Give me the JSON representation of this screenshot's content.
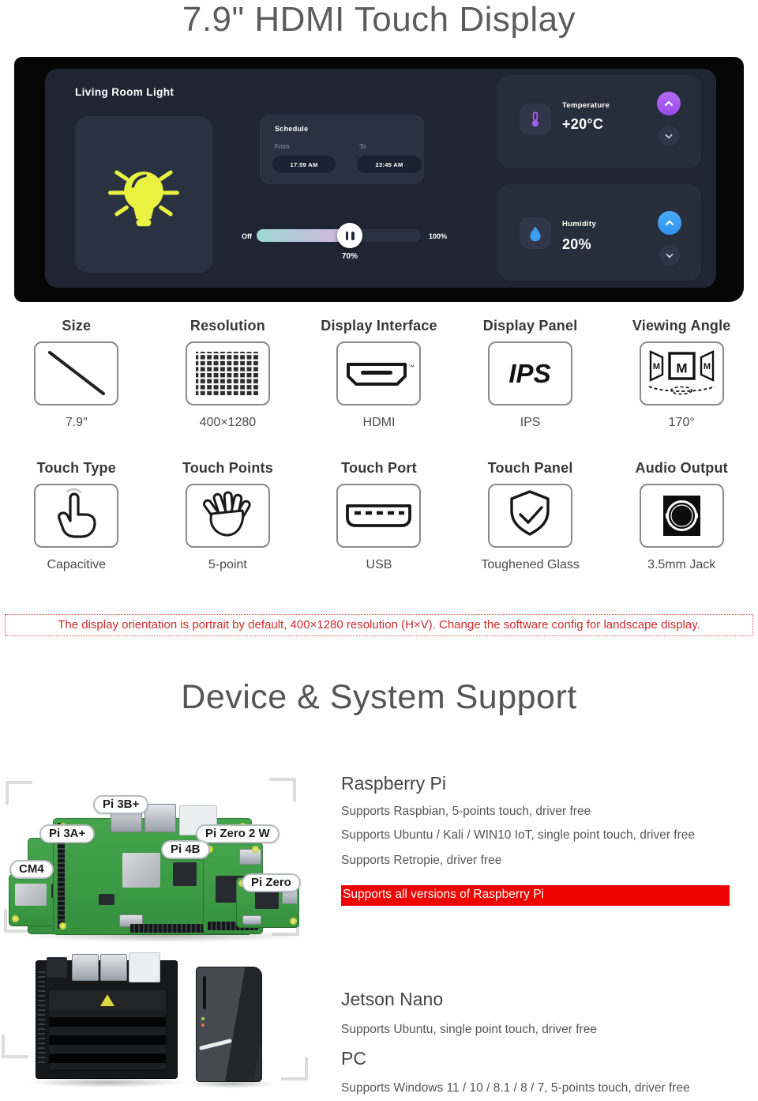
{
  "title": "7.9\" HDMI Touch Display",
  "demo": {
    "room_title": "Living Room Light",
    "schedule_title": "Schedule",
    "from_label": "From",
    "from_value": "17:59 AM",
    "to_label": "To",
    "to_value": "23:45 AM",
    "slider_min": "Off",
    "slider_max": "100%",
    "slider_value": "70%",
    "temperature_label": "Temperature",
    "temperature_value": "+20°C",
    "humidity_label": "Humidity",
    "humidity_value": "20%"
  },
  "features": {
    "m_letter": "M",
    "hdmi_tm": "™",
    "items": [
      {
        "title": "Size",
        "value": "7.9\"",
        "icon": "diagonal-line-icon"
      },
      {
        "title": "Resolution",
        "value": "400×1280",
        "icon": "pixel-grid-icon"
      },
      {
        "title": "Display Interface",
        "value": "HDMI",
        "icon": "hdmi-connector-icon"
      },
      {
        "title": "Display Panel",
        "value": "IPS",
        "icon": "ips-text-icon",
        "icon_text": "IPS"
      },
      {
        "title": "Viewing Angle",
        "value": "170°",
        "icon": "viewing-angle-icon"
      },
      {
        "title": "Touch Type",
        "value": "Capacitive",
        "icon": "pointing-finger-icon"
      },
      {
        "title": "Touch Points",
        "value": "5-point",
        "icon": "five-finger-hand-icon"
      },
      {
        "title": "Touch Port",
        "value": "USB",
        "icon": "usb-port-icon"
      },
      {
        "title": "Touch Panel",
        "value": "Toughened Glass",
        "icon": "shield-check-icon"
      },
      {
        "title": "Audio Output",
        "value": "3.5mm Jack",
        "icon": "audio-jack-icon"
      }
    ]
  },
  "notice": "The display orientation is portrait by default, 400×1280 resolution (H×V). Change the software config for landscape display.",
  "support": {
    "heading": "Device & System Support",
    "raspberry_pi": {
      "title": "Raspberry Pi",
      "lines": [
        "Supports Raspbian, 5-points touch, driver free",
        "Supports Ubuntu / Kali / WIN10 IoT, single point touch, driver free",
        "Supports Retropie, driver free"
      ],
      "highlight": "Supports all versions of Raspberry Pi",
      "board_labels": [
        "Pi 3B+",
        "Pi 3A+",
        "Pi Zero 2 W",
        "Pi 4B",
        "CM4",
        "Pi Zero"
      ]
    },
    "jetson_nano": {
      "title": "Jetson Nano",
      "line": "Supports Ubuntu, single point touch, driver free"
    },
    "pc": {
      "title": "PC",
      "line": "Supports Windows 11 / 10 / 8.1 / 8 / 7, 5-points touch, driver free"
    }
  },
  "colors": {
    "highlight_red": "#ee0202",
    "notice_red": "#cc2b2b",
    "bulb_yellow": "#e9f141",
    "temperature_purple": "#a55eea",
    "humidity_blue": "#3aa0f5",
    "board_green": "#3f9f47"
  }
}
